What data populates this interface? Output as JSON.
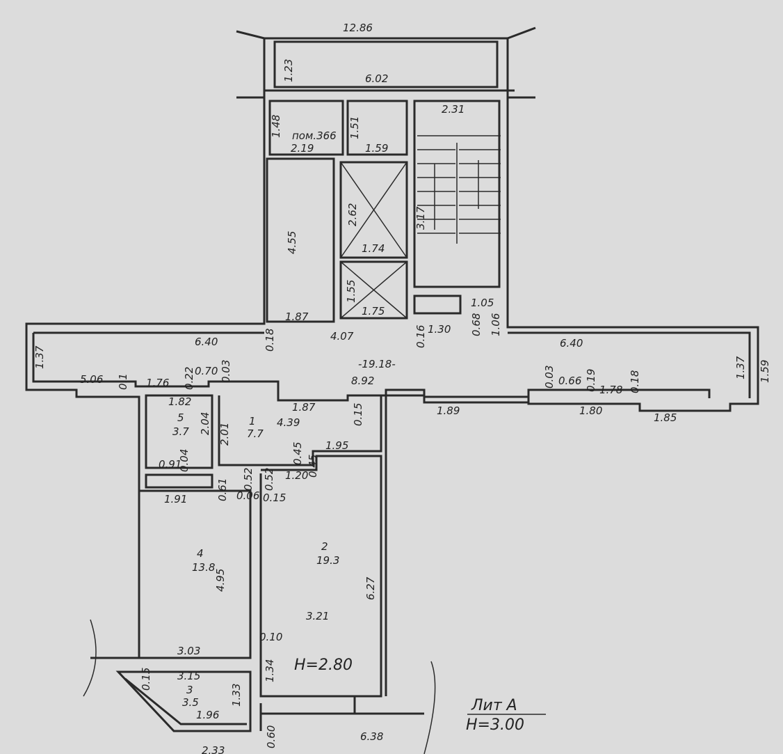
{
  "title": "Лит А",
  "building_height": "H=3.00",
  "room_height": "H=2.80",
  "room_label_top": "пом.366",
  "rooms": {
    "r2": {
      "num": "2",
      "area": "19.3"
    },
    "r3": {
      "num": "3",
      "area": "3.5"
    },
    "r4": {
      "num": "4",
      "area": "13.8"
    },
    "r5": {
      "num": "5",
      "area": "3.7"
    },
    "r1": {
      "num": "1",
      "area": "7.7"
    }
  },
  "dims": {
    "d1286": "12.86",
    "d123": "1.23",
    "d602": "6.02",
    "d231": "2.31",
    "d148": "1.48",
    "d219": "2.19",
    "d151": "1.51",
    "d159": "1.59",
    "d455": "4.55",
    "d262": "2.62",
    "d174": "1.74",
    "d317": "3.17",
    "d155": "1.55",
    "d175": "1.75",
    "d187": "1.87",
    "d105": "1.05",
    "d106": "1.06",
    "d068": "0.68",
    "d016": "0.16",
    "d130": "1.30",
    "d407": "4.07",
    "d018a": "0.18",
    "d640a": "6.40",
    "d640b": "6.40",
    "d137a": "1.37",
    "d137b": "1.37",
    "d159b": "1.59",
    "d1918": "-19.18-",
    "d506": "5.06",
    "d01": "0.1",
    "d176": "1.76",
    "d022": "0.22",
    "d070": "0.70",
    "d003a": "0.03",
    "d892": "8.92",
    "d003b": "0.03",
    "d066": "0.66",
    "d019": "0.19",
    "d178": "1.78",
    "d018b": "0.18",
    "d189": "1.89",
    "d180": "1.80",
    "d185": "1.85",
    "d182": "1.82",
    "d204": "2.04",
    "d201": "2.01",
    "d187b": "1.87",
    "d439": "4.39",
    "d015": "0.15",
    "d195": "1.95",
    "d045a": "0.45",
    "d045b": "0.45",
    "d120": "1.20",
    "d091": "0.91",
    "d004": "0.04",
    "d061": "0.61",
    "d052a": "0.52",
    "d052b": "0.52",
    "d006": "0.06",
    "d015b": "0.15",
    "d191": "1.91",
    "d495": "4.95",
    "d627": "6.27",
    "d321": "3.21",
    "d010": "0.10",
    "d303": "3.03",
    "d134": "1.34",
    "d315": "3.15",
    "d015c": "0.15",
    "d133": "1.33",
    "d196": "1.96",
    "d060": "0.60",
    "d638": "6.38",
    "d233": "2.33"
  }
}
